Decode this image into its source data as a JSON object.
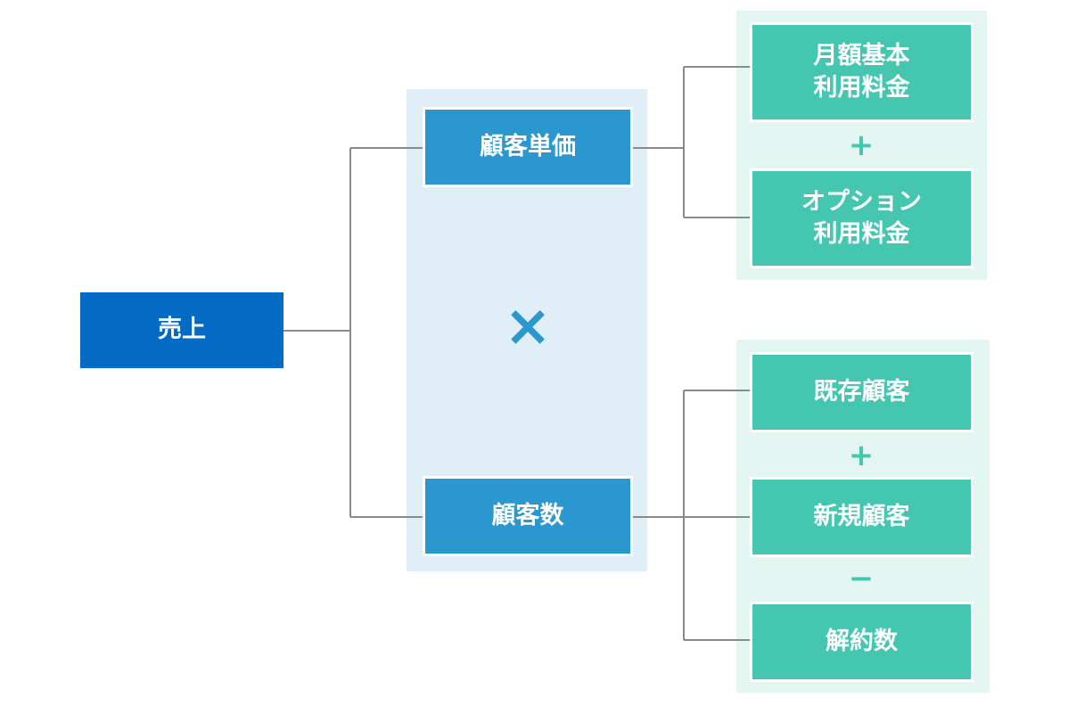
{
  "diagram": {
    "root": {
      "label": "売上"
    },
    "factors": [
      {
        "label": "顧客単価"
      },
      {
        "label": "顧客数"
      }
    ],
    "factor_operator": "×",
    "unit_price_components": [
      {
        "label": "月額基本\n利用料金"
      },
      {
        "label": "オプション\n利用料金"
      }
    ],
    "unit_price_operators": [
      "+"
    ],
    "customer_components": [
      {
        "label": "既存顧客"
      },
      {
        "label": "新規顧客"
      },
      {
        "label": "解約数"
      }
    ],
    "customer_operators": [
      "+",
      "−"
    ],
    "colors": {
      "root": "#036bc3",
      "factor": "#2a97cf",
      "component": "#45c6b0",
      "factor_panel": "#e0eef8",
      "component_panel": "#e3f6f2",
      "connector": "#8a8a8a"
    }
  }
}
